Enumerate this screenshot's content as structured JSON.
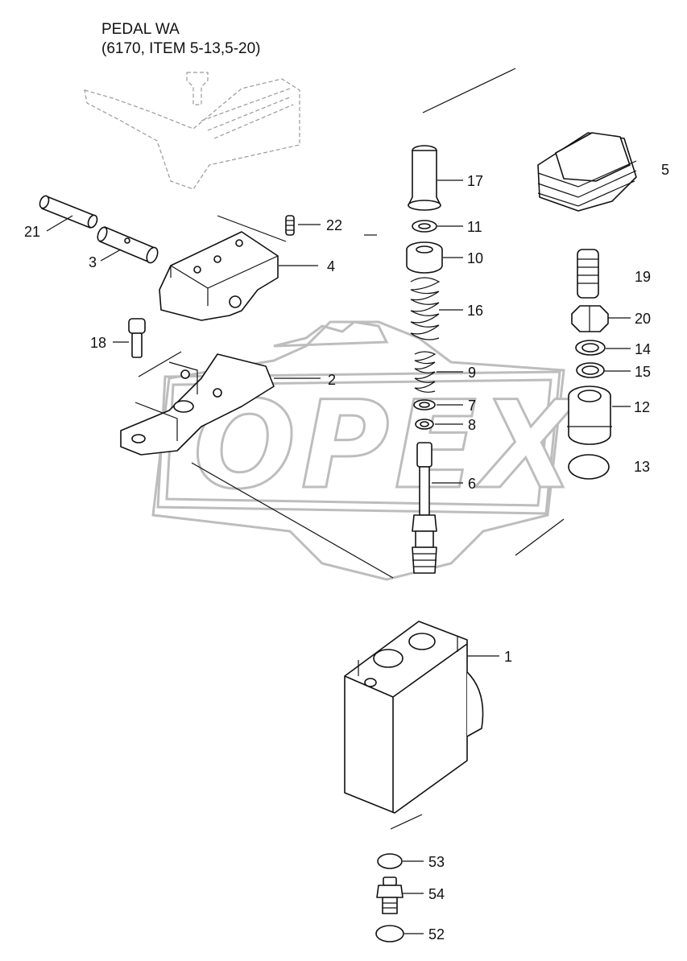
{
  "header": {
    "line1": "PEDAL WA",
    "line2": "(6170, ITEM 5-13,5-20)"
  },
  "watermark": {
    "text": "OPEX"
  },
  "callouts": [
    {
      "id": "c1",
      "label": "1"
    },
    {
      "id": "c2",
      "label": "2"
    },
    {
      "id": "c3",
      "label": "3"
    },
    {
      "id": "c4",
      "label": "4"
    },
    {
      "id": "c5",
      "label": "5"
    },
    {
      "id": "c6",
      "label": "6"
    },
    {
      "id": "c7",
      "label": "7"
    },
    {
      "id": "c8",
      "label": "8"
    },
    {
      "id": "c9",
      "label": "9"
    },
    {
      "id": "c10",
      "label": "10"
    },
    {
      "id": "c11",
      "label": "11"
    },
    {
      "id": "c12",
      "label": "12"
    },
    {
      "id": "c13",
      "label": "13"
    },
    {
      "id": "c14",
      "label": "14"
    },
    {
      "id": "c15",
      "label": "15"
    },
    {
      "id": "c16",
      "label": "16"
    },
    {
      "id": "c17",
      "label": "17"
    },
    {
      "id": "c18",
      "label": "18"
    },
    {
      "id": "c19",
      "label": "19"
    },
    {
      "id": "c20",
      "label": "20"
    },
    {
      "id": "c21",
      "label": "21"
    },
    {
      "id": "c22",
      "label": "22"
    },
    {
      "id": "c52",
      "label": "52"
    },
    {
      "id": "c53",
      "label": "53"
    },
    {
      "id": "c54",
      "label": "54"
    }
  ]
}
